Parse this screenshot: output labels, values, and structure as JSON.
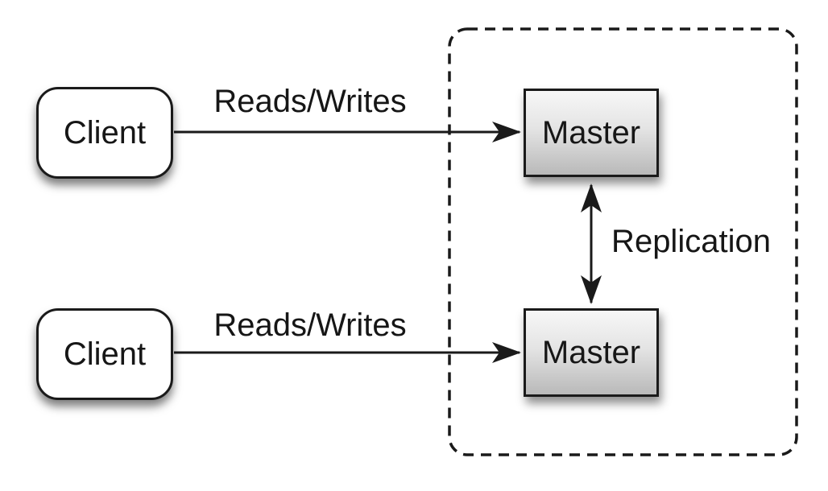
{
  "diagram": {
    "clients": [
      {
        "label": "Client"
      },
      {
        "label": "Client"
      }
    ],
    "masters": [
      {
        "label": "Master"
      },
      {
        "label": "Master"
      }
    ],
    "edges": [
      {
        "label": "Reads/Writes",
        "from": "client-top",
        "to": "master-top",
        "bidirectional": false
      },
      {
        "label": "Reads/Writes",
        "from": "client-bottom",
        "to": "master-bottom",
        "bidirectional": false
      },
      {
        "label": "Replication",
        "from": "master-top",
        "to": "master-bottom",
        "bidirectional": true
      }
    ],
    "colors": {
      "background": "#ffffff",
      "stroke": "#1a1a1a",
      "client_fill": "#ffffff",
      "master_fill_top": "#f7f7f7",
      "master_fill_bottom": "#b9b9b9"
    }
  }
}
